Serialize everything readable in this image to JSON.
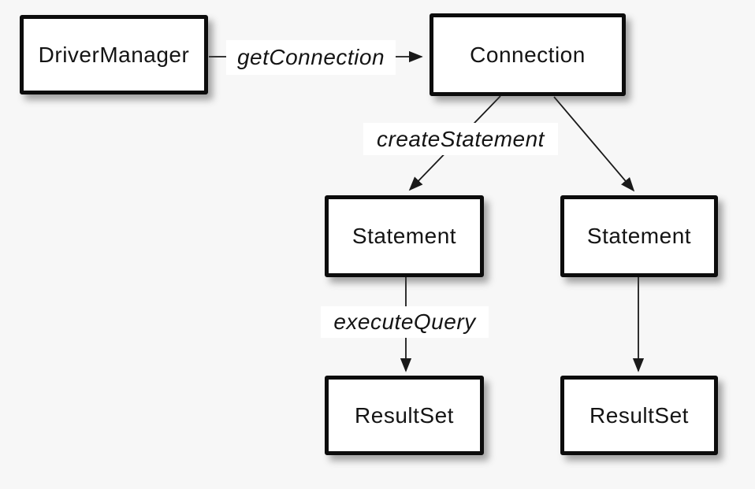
{
  "canvas": {
    "background_color": "#f7f7f7",
    "node_fill_color": "#ffffff",
    "node_border_color": "#0c0c0c",
    "arrow_color": "#1a1a1a"
  },
  "nodes": {
    "driver_manager": {
      "label": "DriverManager"
    },
    "connection": {
      "label": "Connection"
    },
    "statement_left": {
      "label": "Statement"
    },
    "statement_right": {
      "label": "Statement"
    },
    "resultset_left": {
      "label": "ResultSet"
    },
    "resultset_right": {
      "label": "ResultSet"
    }
  },
  "edges": {
    "get_connection": {
      "label": "getConnection",
      "from": "DriverManager",
      "to": "Connection"
    },
    "create_statement": {
      "label": "createStatement",
      "from": "Connection",
      "to": "Statement"
    },
    "connection_to_statement_right": {
      "label": "",
      "from": "Connection",
      "to": "Statement"
    },
    "execute_query": {
      "label": "executeQuery",
      "from": "Statement",
      "to": "ResultSet"
    },
    "statement_right_to_resultset_right": {
      "label": "",
      "from": "Statement",
      "to": "ResultSet"
    }
  }
}
